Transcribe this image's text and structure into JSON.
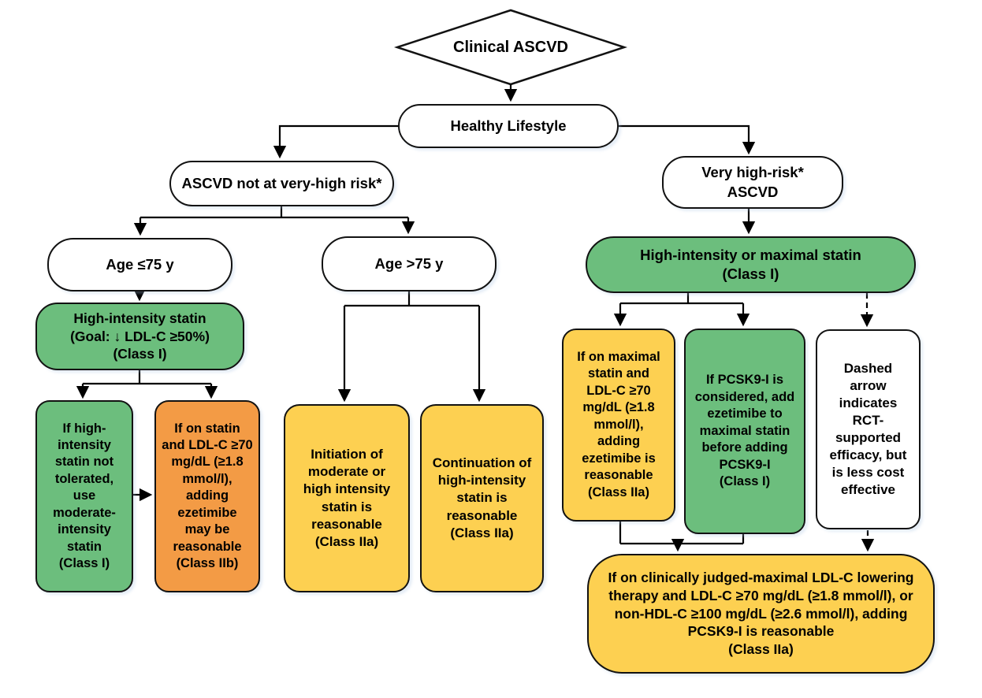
{
  "colors": {
    "green": "#6CBE7D",
    "yellow": "#FDD051",
    "orange": "#F39B45",
    "white": "#FFFFFF",
    "line": "#000000"
  },
  "nodes": {
    "clinical_ascvd": {
      "label": "Clinical ASCVD"
    },
    "healthy_lifestyle": {
      "label": "Healthy Lifestyle"
    },
    "not_very_high": {
      "label": "ASCVD not at very-high risk*"
    },
    "very_high": {
      "label": "Very high-risk*\nASCVD"
    },
    "age_le75": {
      "label": "Age ≤75 y"
    },
    "age_gt75": {
      "label": "Age >75 y"
    },
    "high_intensity_statin": {
      "label": "High-intensity statin\n(Goal: ↓ LDL-C ≥50%)\n(Class I)"
    },
    "not_tolerated": {
      "label": "If high-\nintensity\nstatin not\ntolerated,\nuse\nmoderate-\nintensity\nstatin\n(Class I)"
    },
    "ezetimibe_may": {
      "label": "If on statin\nand LDL-C ≥70\nmg/dL (≥1.8\nmmol/l),\nadding\nezetimibe\nmay be\nreasonable\n(Class IIb)"
    },
    "initiation": {
      "label": "Initiation of\nmoderate or\nhigh intensity\nstatin is\nreasonable\n(Class IIa)"
    },
    "continuation": {
      "label": "Continuation of\nhigh-intensity\nstatin is\nreasonable\n(Class IIa)"
    },
    "high_max_statin": {
      "label": "High-intensity or maximal statin\n(Class I)"
    },
    "maximal_ezetimibe": {
      "label": "If on maximal\nstatin and\nLDL-C ≥70\nmg/dL (≥1.8\nmmol/l),\nadding\nezetimibe is\nreasonable\n(Class IIa)"
    },
    "pcsk9_considered": {
      "label": "If PCSK9-I is\nconsidered, add\nezetimibe to\nmaximal statin\nbefore adding\nPCSK9-I\n(Class I)"
    },
    "dashed_note": {
      "label": "Dashed\narrow\nindicates\nRCT-\nsupported\nefficacy, but\nis less cost\neffective"
    },
    "pcsk9_reasonable": {
      "label": "If on clinically judged-maximal LDL-C lowering\ntherapy and LDL-C ≥70 mg/dL (≥1.8 mmol/l), or\nnon-HDL-C ≥100 mg/dL (≥2.6 mmol/l), adding\nPCSK9-I is reasonable\n(Class IIa)"
    }
  }
}
